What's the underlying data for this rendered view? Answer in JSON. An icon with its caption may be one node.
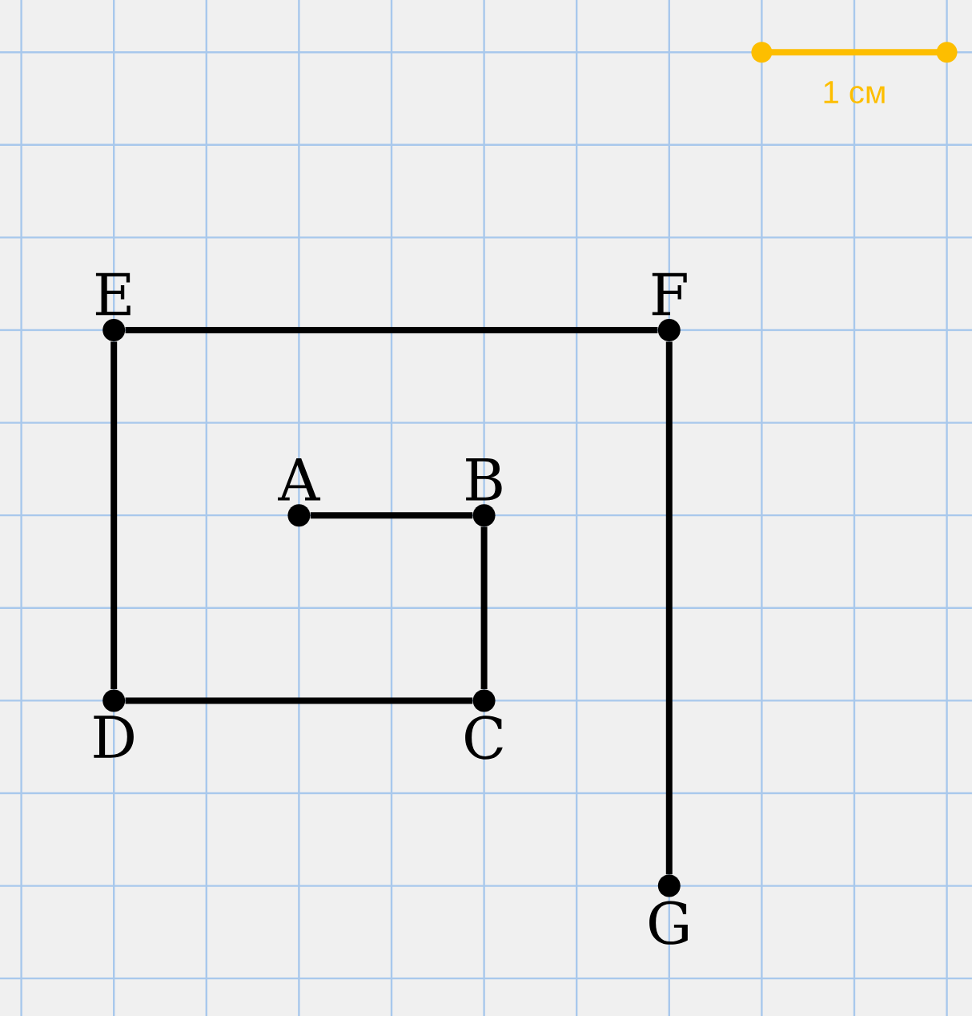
{
  "diagram": {
    "nodes": [
      {
        "text": [
          "A"
        ]
      },
      {
        "text": [
          "B"
        ]
      },
      {
        "text": [
          "C"
        ]
      },
      {
        "text": [
          "D"
        ]
      },
      {
        "text": [
          "E"
        ]
      },
      {
        "text": [
          "F"
        ]
      },
      {
        "text": [
          "G"
        ]
      }
    ],
    "edges": [
      {
        "from": 0,
        "to": 1,
        "arrow": "none"
      },
      {
        "from": 1,
        "to": 2,
        "arrow": "none"
      },
      {
        "from": 2,
        "to": 3,
        "arrow": "none"
      },
      {
        "from": 3,
        "to": 4,
        "arrow": "none"
      },
      {
        "from": 4,
        "to": 5,
        "arrow": "none"
      },
      {
        "from": 5,
        "to": 6,
        "arrow": "none"
      }
    ],
    "labels": [
      "1 см"
    ]
  }
}
